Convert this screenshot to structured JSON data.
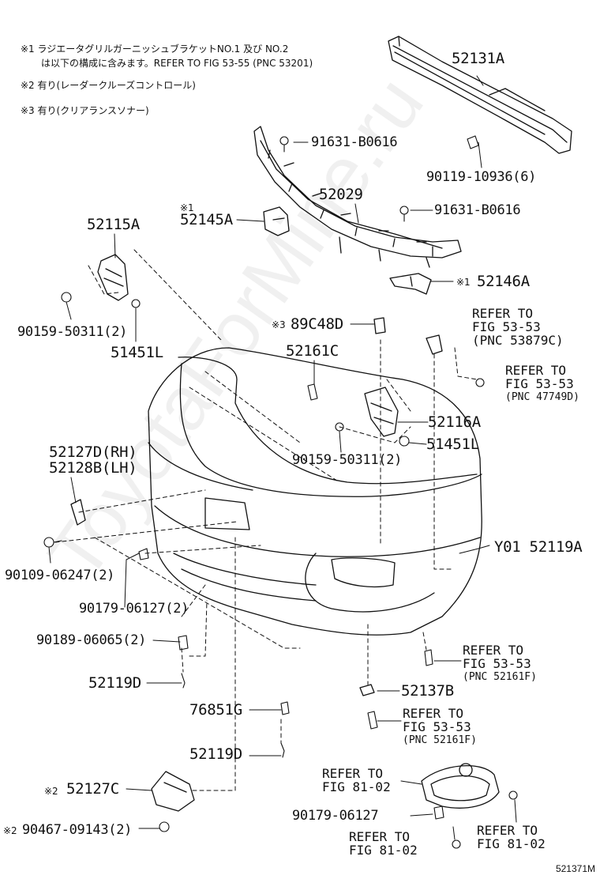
{
  "notes": [
    {
      "mark": "※1",
      "line1": "ラジエータグリルガーニッシュブラケットNO.1 及び NO.2",
      "line2": "は以下の構成に含みます。REFER TO FIG 53-55 (PNC 53201)"
    },
    {
      "mark": "※2",
      "line1": "有り(レーダークルーズコントロール)"
    },
    {
      "mark": "※3",
      "line1": "有り(クリアランスソナー)"
    }
  ],
  "parts": {
    "p52131A": "52131A",
    "p91631_1": "91631-B0616",
    "p90119": "90119-10936(6)",
    "p52029": "52029",
    "p52145A": "52145A",
    "p91631_2": "91631-B0616",
    "p52146A": "52146A",
    "p52115A": "52115A",
    "p90159_1": "90159-50311(2)",
    "p51451L_1": "51451L",
    "p89C48D": "89C48D",
    "p52161C": "52161C",
    "p52116A": "52116A",
    "p51451L_2": "51451L",
    "p90159_2": "90159-50311(2)",
    "p52127D": "52127D(RH)",
    "p52128B": "52128B(LH)",
    "p90109": "90109-06247(2)",
    "p52119A": "Y01 52119A",
    "p90179_1": "90179-06127(2)",
    "p90189": "90189-06065(2)",
    "p52119D_1": "52119D",
    "p76851G": "76851G",
    "p52119D_2": "52119D",
    "p52137B": "52137B",
    "p52127C": "52127C",
    "p90467": "90467-09143(2)",
    "p90179_2": "90179-06127"
  },
  "marks": {
    "m1": "※1",
    "m2": "※2",
    "m3": "※3"
  },
  "refs": {
    "r1": {
      "line1": "REFER TO",
      "line2": "FIG 53-53",
      "line3": "(PNC 53879C)"
    },
    "r2": {
      "line1": "REFER TO",
      "line2": "FIG 53-53",
      "line3": "(PNC 47749D)"
    },
    "r3": {
      "line1": "REFER TO",
      "line2": "FIG 53-53",
      "line3": "(PNC 52161F)"
    },
    "r4": {
      "line1": "REFER TO",
      "line2": "FIG 53-53",
      "line3": "(PNC 52161F)"
    },
    "r5": {
      "line1": "REFER TO",
      "line2": "FIG 81-02"
    },
    "r6": {
      "line1": "REFER TO",
      "line2": "FIG 81-02"
    },
    "r7": {
      "line1": "REFER TO",
      "line2": "FIG 81-02"
    }
  },
  "watermark": "ToyotaForMine.ru",
  "figure_code": "521371M"
}
